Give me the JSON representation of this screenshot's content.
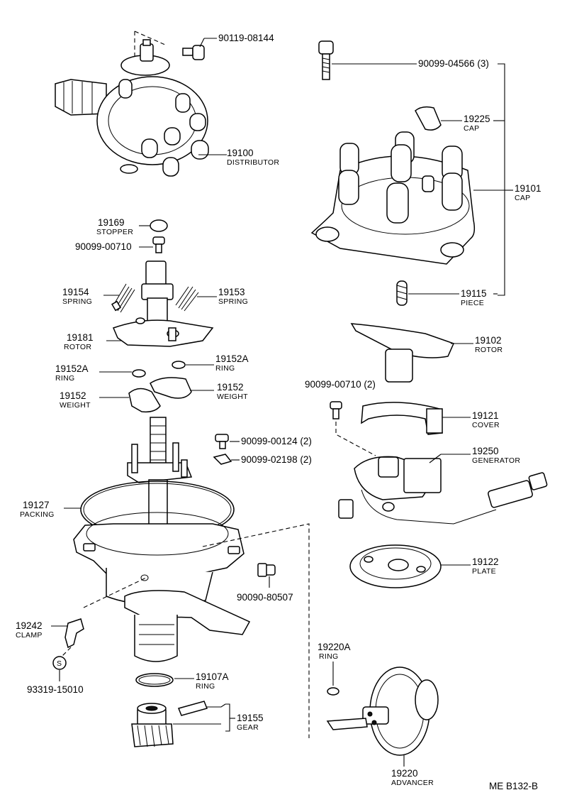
{
  "parts": {
    "p90119": {
      "number": "90119-08144"
    },
    "p19100": {
      "number": "19100",
      "name": "DISTRIBUTOR"
    },
    "p90099_04566": {
      "number": "90099-04566 (3)"
    },
    "p19225": {
      "number": "19225",
      "name": "CAP"
    },
    "p19101": {
      "number": "19101",
      "name": "CAP"
    },
    "p19169": {
      "number": "19169",
      "name": "STOPPER"
    },
    "p90099_00710a": {
      "number": "90099-00710"
    },
    "p19154": {
      "number": "19154",
      "name": "SPRING"
    },
    "p19153": {
      "number": "19153",
      "name": "SPRING"
    },
    "p19115": {
      "number": "19115",
      "name": "PIECE"
    },
    "p19181": {
      "number": "19181",
      "name": "ROTOR"
    },
    "p19102": {
      "number": "19102",
      "name": "ROTOR"
    },
    "p19152A_r": {
      "number": "19152A",
      "name": "RING"
    },
    "p19152A_l": {
      "number": "19152A",
      "name": "RING"
    },
    "p90099_00710b": {
      "number": "90099-00710 (2)"
    },
    "p19152_r": {
      "number": "19152",
      "name": "WEIGHT"
    },
    "p19152_l": {
      "number": "19152",
      "name": "WEIGHT"
    },
    "p19121": {
      "number": "19121",
      "name": "COVER"
    },
    "p90099_00124": {
      "number": "90099-00124 (2)"
    },
    "p19250": {
      "number": "19250",
      "name": "GENERATOR"
    },
    "p90099_02198": {
      "number": "90099-02198 (2)"
    },
    "p19127": {
      "number": "19127",
      "name": "PACKING"
    },
    "p19122": {
      "number": "19122",
      "name": "PLATE"
    },
    "p90090": {
      "number": "90090-80507"
    },
    "p19242": {
      "number": "19242",
      "name": "CLAMP"
    },
    "p19220A": {
      "number": "19220A",
      "name": "RING"
    },
    "p93319": {
      "number": "93319-15010"
    },
    "p19107A": {
      "number": "19107A",
      "name": "RING"
    },
    "p19155": {
      "number": "19155",
      "name": "GEAR"
    },
    "p19220": {
      "number": "19220",
      "name": "ADVANCER"
    }
  },
  "s_mark": "S",
  "footer": {
    "code": "ME B132-B"
  }
}
